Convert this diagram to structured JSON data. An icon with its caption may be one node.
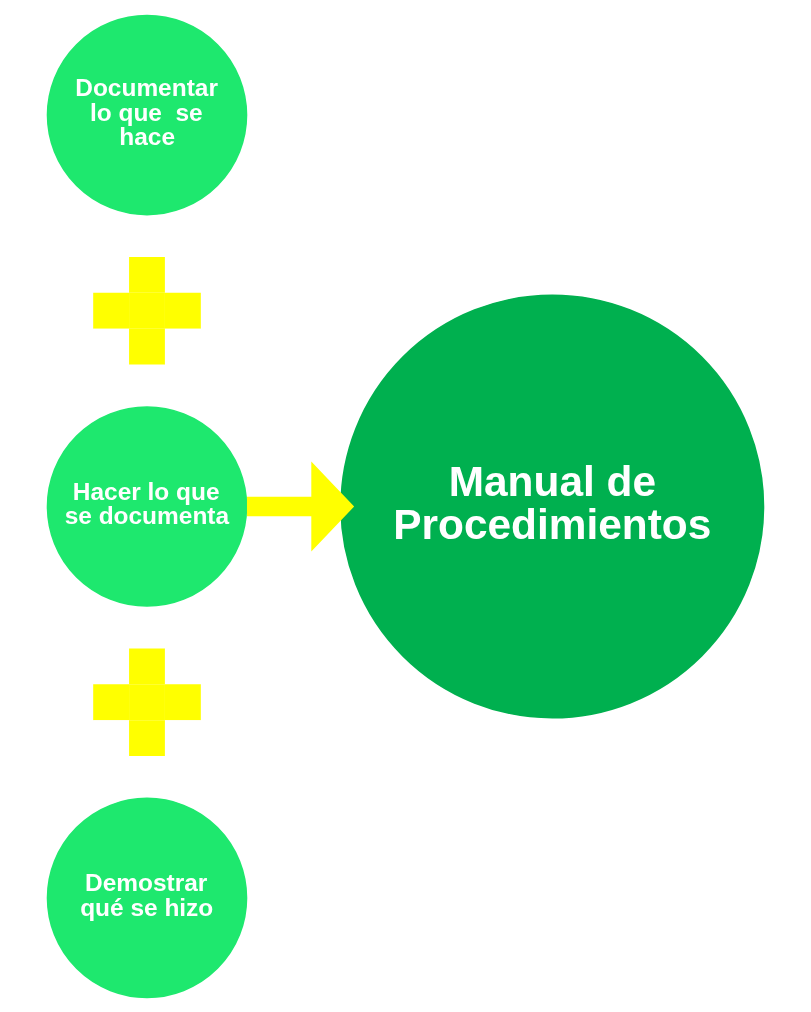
{
  "diagram": {
    "nodes": [
      {
        "text": [
          "Documentar lo que  se hace"
        ]
      },
      {
        "text": [],
        "shape": "plus"
      },
      {
        "text": [
          "Hacer lo que se documenta"
        ]
      },
      {
        "text": [],
        "shape": "plus"
      },
      {
        "text": [
          "Demostrar qué se hizo"
        ]
      },
      {
        "text": [
          "Manual de Procedimientos"
        ]
      }
    ],
    "edges": [
      {
        "from": 2,
        "to": 5,
        "arrow": "to",
        "color": "#ffff00"
      }
    ]
  }
}
